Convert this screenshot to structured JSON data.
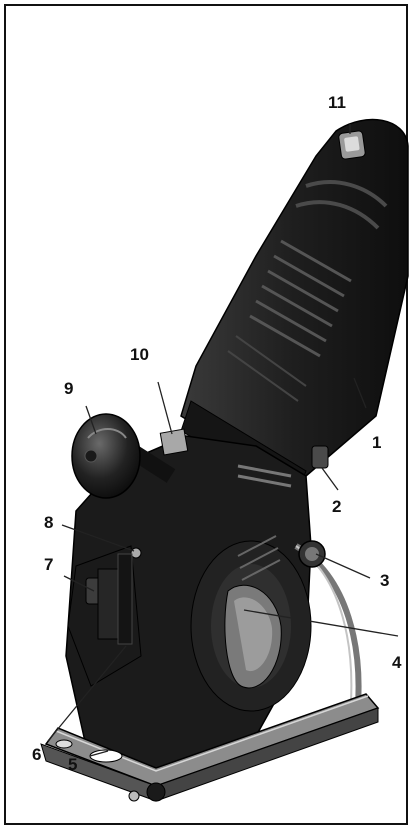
{
  "callouts": [
    {
      "id": "1",
      "label": "1"
    },
    {
      "id": "2",
      "label": "2"
    },
    {
      "id": "3",
      "label": "3"
    },
    {
      "id": "4",
      "label": "4"
    },
    {
      "id": "5",
      "label": "5"
    },
    {
      "id": "6",
      "label": "6"
    },
    {
      "id": "7",
      "label": "7"
    },
    {
      "id": "8",
      "label": "8"
    },
    {
      "id": "9",
      "label": "9"
    },
    {
      "id": "10",
      "label": "10"
    },
    {
      "id": "11",
      "label": "11"
    }
  ],
  "colors": {
    "tool_body": "#1c1c1c",
    "tool_highlight": "#5a5a5a",
    "tool_mid": "#2e2e2e",
    "blade_guard": "#8a8a8a",
    "leader_line": "#222222",
    "frame": "#111111"
  }
}
